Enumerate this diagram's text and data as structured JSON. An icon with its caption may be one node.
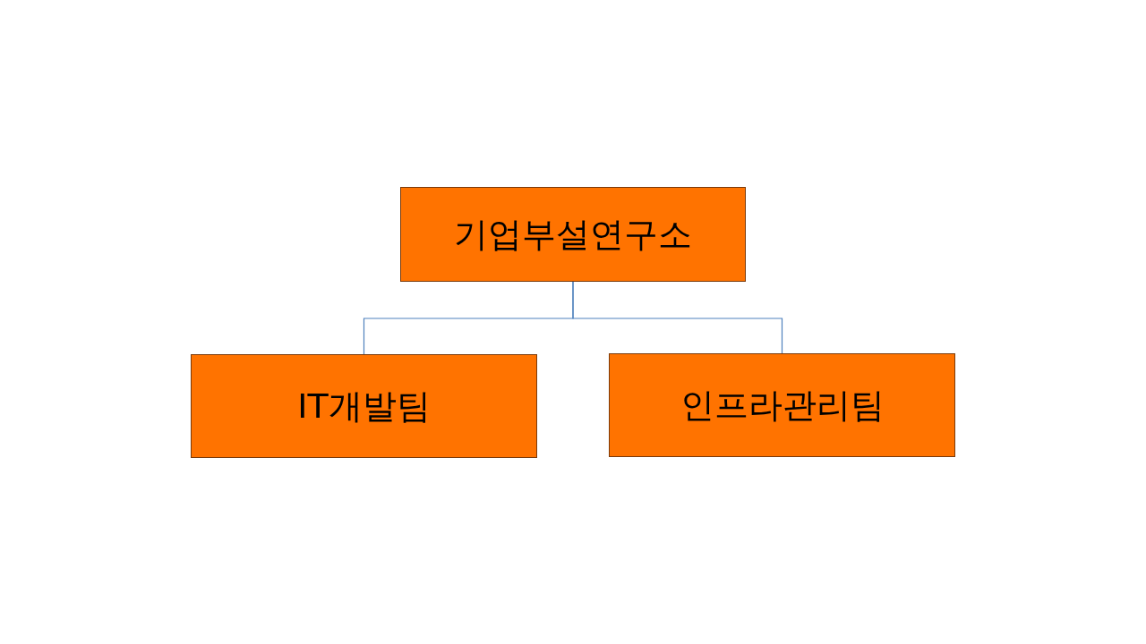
{
  "diagram": {
    "nodes": [
      {
        "text": [
          "기업부설연구소"
        ]
      },
      {
        "text": [
          "IT개발팀"
        ]
      },
      {
        "text": [
          "인프라관리팀"
        ]
      }
    ],
    "edges": [
      {
        "from": 0,
        "to": 1,
        "arrow": "none"
      },
      {
        "from": 0,
        "to": 2,
        "arrow": "none"
      }
    ]
  }
}
